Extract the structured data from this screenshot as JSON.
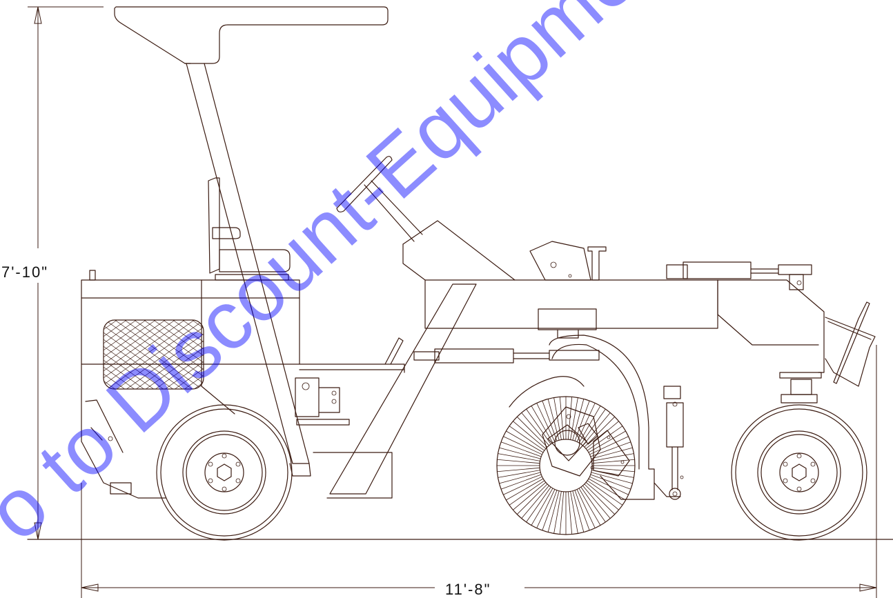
{
  "dimensions": {
    "height_label": "7'-10\"",
    "length_label": "11'-8\""
  },
  "watermark": {
    "text": "o to Discount-Equipme",
    "color": "#0000ff"
  },
  "colors": {
    "line": "#3a1a10",
    "text": "#111111",
    "background": "#ffffff"
  }
}
